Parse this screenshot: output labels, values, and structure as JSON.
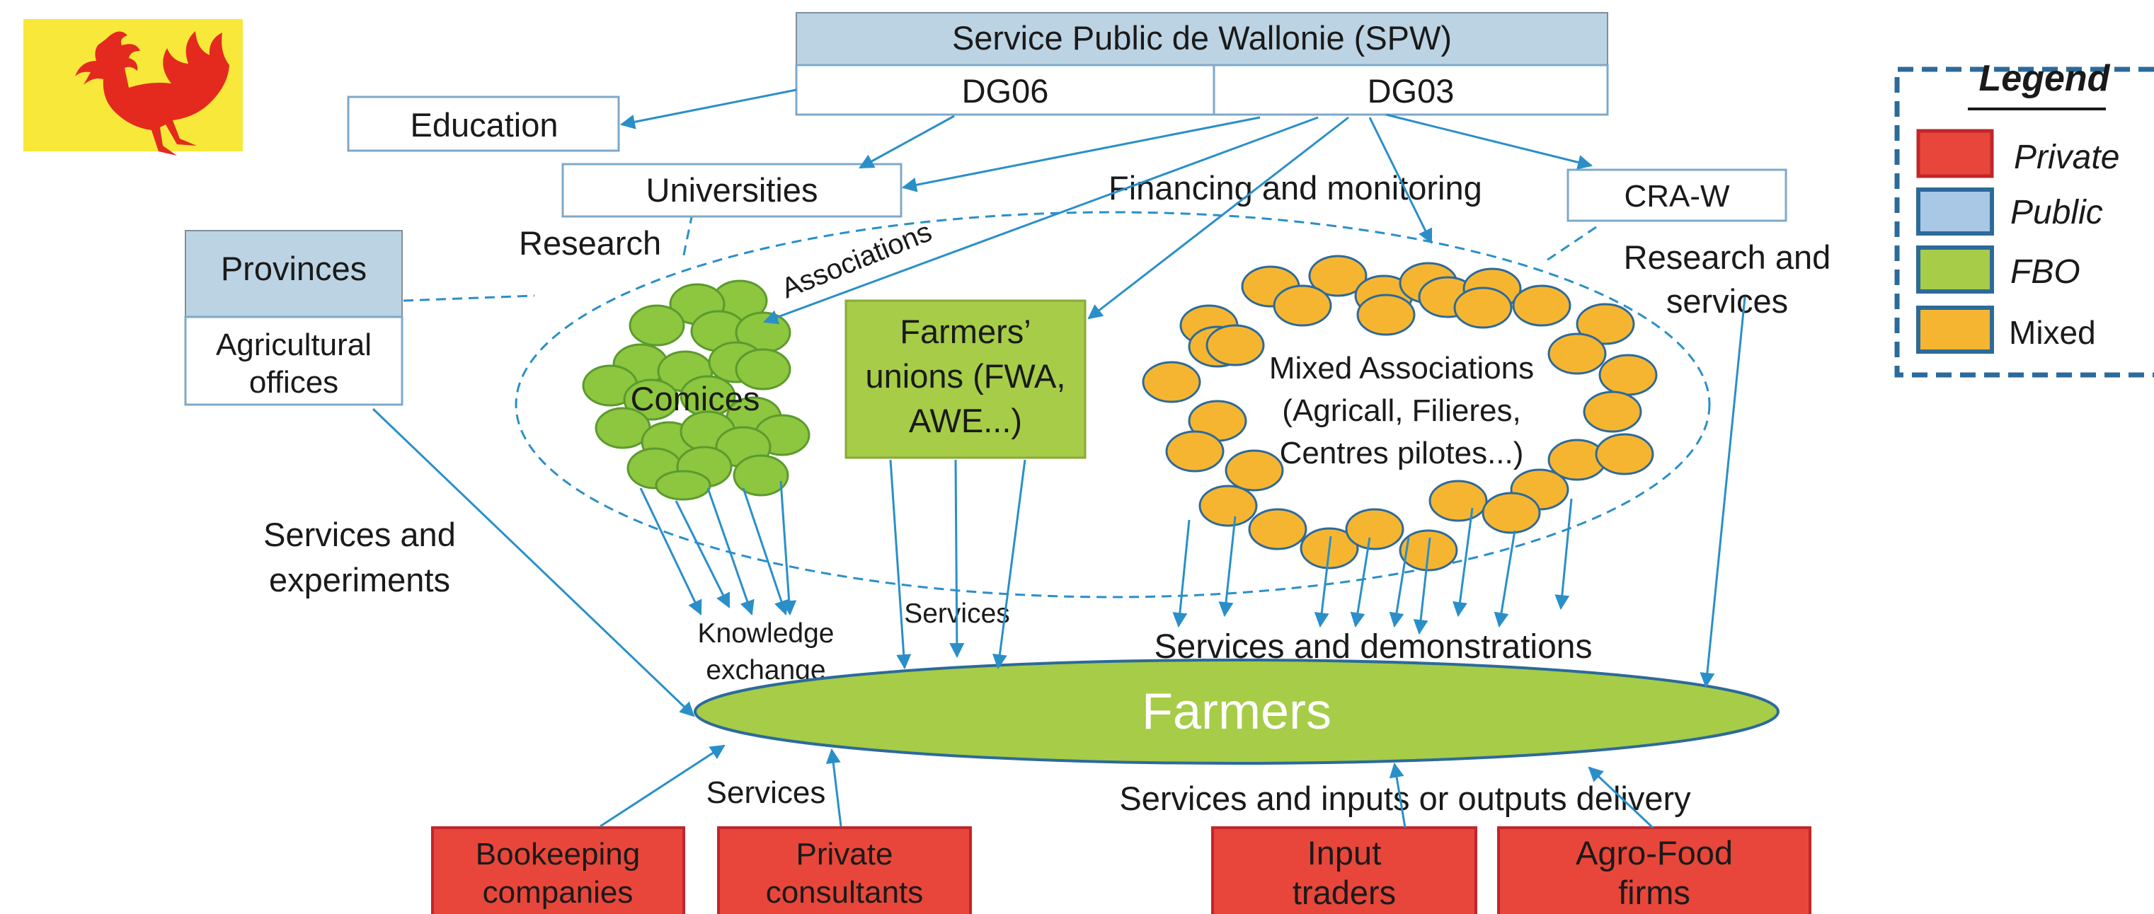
{
  "colors": {
    "private": "#e8463a",
    "public": "#bcd3e3",
    "fbo": "#a6cc48",
    "mixed": "#f6b530",
    "arrow": "#2a8fc9",
    "flag_yellow": "#f7e83a",
    "rooster_red": "#e42a1f"
  },
  "icons": {
    "flag": "wallonia-rooster-flag-icon"
  },
  "spw": {
    "title": "Service Public de Wallonie (SPW)",
    "dg06": "DG06",
    "dg03": "DG03"
  },
  "education": "Education",
  "universities": "Universities",
  "research": "Research",
  "financing": "Financing and monitoring",
  "craw": "CRA-W",
  "research_services": [
    "Research and",
    "services"
  ],
  "associations": "Associations",
  "provinces": {
    "title": "Provinces",
    "offices": [
      "Agricultural",
      "offices"
    ]
  },
  "comices": "Comices",
  "unions": [
    "Farmers’",
    "unions (FWA,",
    "AWE...)"
  ],
  "mixed_assoc": [
    "Mixed Associations",
    "(Agricall, Filieres,",
    "Centres pilotes...)"
  ],
  "services_experiments": [
    "Services and",
    "experiments"
  ],
  "knowledge": [
    "Knowledge",
    "exchange"
  ],
  "services_small": "Services",
  "services_demo": "Services and  demonstrations",
  "farmers": "Farmers",
  "services_bottom": "Services",
  "inputs_delivery": "Services and inputs or outputs delivery",
  "bottom_boxes": {
    "bookkeeping": [
      "Bookeeping",
      "companies"
    ],
    "consultants": [
      "Private",
      "consultants"
    ],
    "traders": [
      "Input",
      "traders"
    ],
    "agrofood": [
      "Agro-Food",
      "firms"
    ]
  },
  "legend": {
    "title": "Legend",
    "items": [
      {
        "label": "Private",
        "color": "#e8463a"
      },
      {
        "label": "Public",
        "color": "#a8c8e6"
      },
      {
        "label": "FBO",
        "color": "#a6cc48"
      },
      {
        "label": "Mixed",
        "color": "#f6b530"
      }
    ]
  }
}
